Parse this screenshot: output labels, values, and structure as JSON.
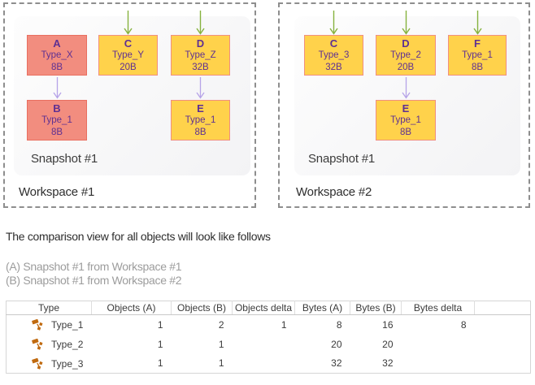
{
  "colors": {
    "node_pink_fill": "#F28D7F",
    "node_pink_border": "#E96F60",
    "node_yellow_fill": "#FFD24B",
    "node_yellow_border": "#F08F80",
    "node_text": "#5e3092",
    "green_arrow": "#86B23E",
    "purple_arrow": "#B6A3E8",
    "dashed_border": "#8e8e8e",
    "type_icon_orange": "#C06A10",
    "legend_gray": "#9c9c9c"
  },
  "icons": {
    "row_icon": "type-icon"
  },
  "diagram": {
    "workspaces": [
      {
        "label": "Workspace #1",
        "snapshot_label": "Snapshot #1",
        "nodes": [
          {
            "id": "A",
            "type": "Type_X",
            "size": "8B",
            "variant": "pink"
          },
          {
            "id": "C",
            "type": "Type_Y",
            "size": "20B",
            "variant": "yellow"
          },
          {
            "id": "D",
            "type": "Type_Z",
            "size": "32B",
            "variant": "yellow"
          },
          {
            "id": "B",
            "type": "Type_1",
            "size": "8B",
            "variant": "pink"
          },
          {
            "id": "E",
            "type": "Type_1",
            "size": "8B",
            "variant": "yellow"
          }
        ],
        "edges": [
          {
            "from": "root",
            "to": "C"
          },
          {
            "from": "root",
            "to": "D"
          },
          {
            "from": "A",
            "to": "B"
          },
          {
            "from": "D",
            "to": "E"
          }
        ]
      },
      {
        "label": "Workspace #2",
        "snapshot_label": "Snapshot #1",
        "nodes": [
          {
            "id": "C",
            "type": "Type_3",
            "size": "32B",
            "variant": "yellow"
          },
          {
            "id": "D",
            "type": "Type_2",
            "size": "20B",
            "variant": "yellow"
          },
          {
            "id": "F",
            "type": "Type_1",
            "size": "8B",
            "variant": "yellow"
          },
          {
            "id": "E",
            "type": "Type_1",
            "size": "8B",
            "variant": "yellow"
          }
        ],
        "edges": [
          {
            "from": "root",
            "to": "C"
          },
          {
            "from": "root",
            "to": "D"
          },
          {
            "from": "root",
            "to": "F"
          },
          {
            "from": "D",
            "to": "E"
          }
        ]
      }
    ]
  },
  "caption": "The comparison view for all objects will look like follows",
  "legend": [
    "(A) Snapshot #1 from Workspace #1",
    "(B) Snapshot #1 from Workspace #2"
  ],
  "table": {
    "columns": [
      "Type",
      "Objects (A)",
      "Objects (B)",
      "Objects delta",
      "Bytes (A)",
      "Bytes (B)",
      "Bytes delta"
    ],
    "rows": [
      {
        "type": "Type_1",
        "objects_a": "1",
        "objects_b": "2",
        "objects_delta": "1",
        "bytes_a": "8",
        "bytes_b": "16",
        "bytes_delta": "8"
      },
      {
        "type": "Type_2",
        "objects_a": "1",
        "objects_b": "1",
        "objects_delta": "",
        "bytes_a": "20",
        "bytes_b": "20",
        "bytes_delta": ""
      },
      {
        "type": "Type_3",
        "objects_a": "1",
        "objects_b": "1",
        "objects_delta": "",
        "bytes_a": "32",
        "bytes_b": "32",
        "bytes_delta": ""
      }
    ]
  }
}
